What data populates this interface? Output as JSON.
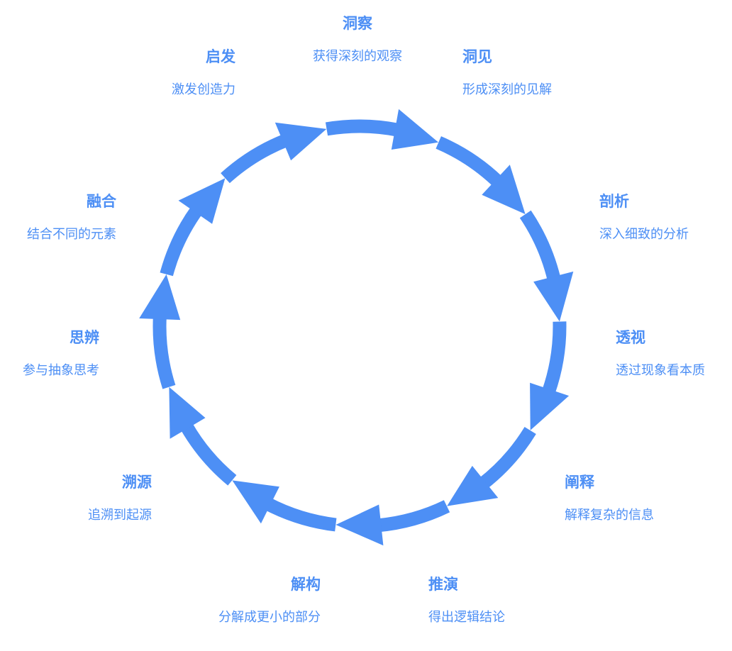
{
  "colors": {
    "accent": "#4d8ff5",
    "background": "#ffffff"
  },
  "cycle": {
    "nodes": [
      {
        "id": "insight",
        "title": "洞察",
        "desc": "获得深刻的观察"
      },
      {
        "id": "deep-view",
        "title": "洞见",
        "desc": "形成深刻的见解"
      },
      {
        "id": "dissect",
        "title": "剖析",
        "desc": "深入细致的分析"
      },
      {
        "id": "see-through",
        "title": "透视",
        "desc": "透过现象看本质"
      },
      {
        "id": "interpret",
        "title": "阐释",
        "desc": "解释复杂的信息"
      },
      {
        "id": "deduce",
        "title": "推演",
        "desc": "得出逻辑结论"
      },
      {
        "id": "deconstruct",
        "title": "解构",
        "desc": "分解成更小的部分"
      },
      {
        "id": "trace",
        "title": "溯源",
        "desc": "追溯到起源"
      },
      {
        "id": "reason",
        "title": "思辨",
        "desc": "参与抽象思考"
      },
      {
        "id": "fuse",
        "title": "融合",
        "desc": "结合不同的元素"
      },
      {
        "id": "inspire",
        "title": "启发",
        "desc": "激发创造力"
      }
    ],
    "arrow_count": 11,
    "direction": "clockwise"
  }
}
